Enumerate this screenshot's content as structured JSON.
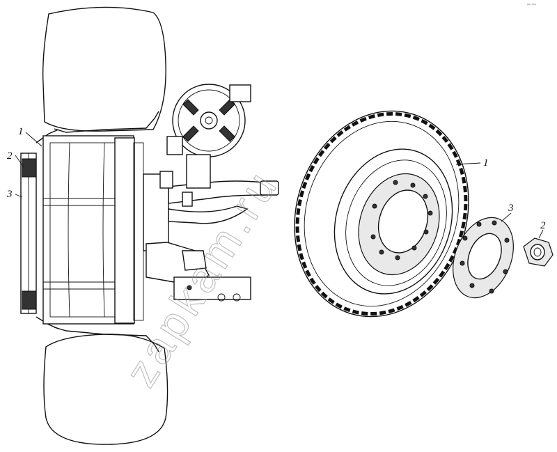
{
  "watermark": "zapkam.ru",
  "corner_mark": "ᵃᵐ ᵒᵒᵒ",
  "left_assembly": {
    "callouts": [
      "1",
      "2",
      "3"
    ]
  },
  "exploded_view": {
    "callouts": [
      "1",
      "3",
      "2"
    ]
  },
  "icons": {
    "tyre": "tyre-icon",
    "wheel_nut": "wheel-nut-icon",
    "clamp_ring": "clamp-ring-icon"
  }
}
